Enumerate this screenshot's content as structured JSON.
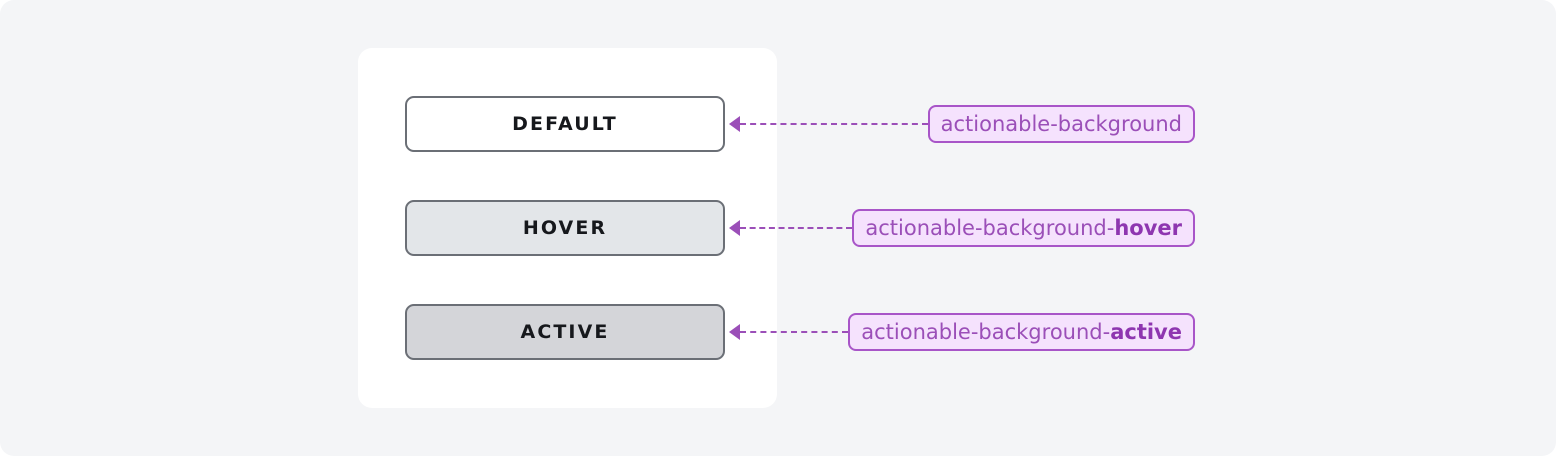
{
  "page": {
    "background_color": "#f4f5f7",
    "card_background": "#ffffff"
  },
  "card": {
    "buttons": [
      {
        "state": "default",
        "label": "DEFAULT",
        "fill_color": "#ffffff",
        "border_color": "#6b6f76",
        "text_color": "#16181c"
      },
      {
        "state": "hover",
        "label": "HOVER",
        "fill_color": "#e3e6e9",
        "border_color": "#6b6f76",
        "text_color": "#16181c"
      },
      {
        "state": "active",
        "label": "ACTIVE",
        "fill_color": "#d4d5d9",
        "border_color": "#6b6f76",
        "text_color": "#16181c"
      }
    ]
  },
  "annotations": {
    "accent_color": "#9b4fb8",
    "badge_fill": "#f5e2fd",
    "badge_border": "#a855c8",
    "badge_suffix_color": "#8e36b0",
    "items": [
      {
        "base": "actionable-background",
        "suffix": "",
        "full": "actionable-background"
      },
      {
        "base": "actionable-background-",
        "suffix": "hover",
        "full": "actionable-background-hover"
      },
      {
        "base": "actionable-background-",
        "suffix": "active",
        "full": "actionable-background-active"
      }
    ]
  }
}
